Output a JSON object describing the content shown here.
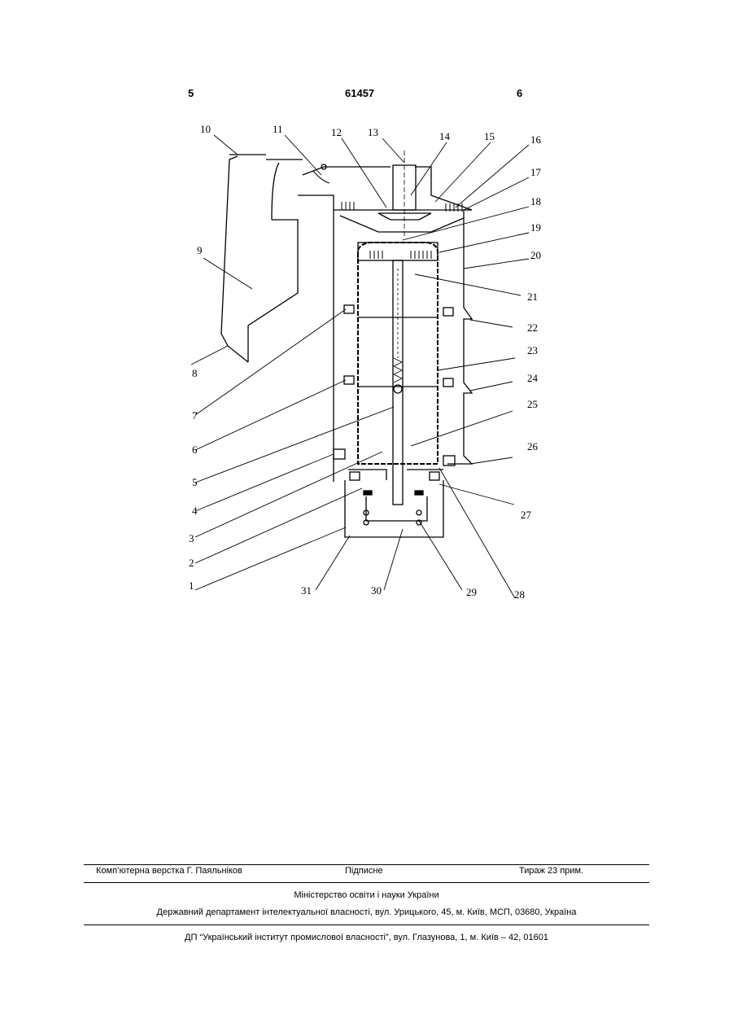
{
  "header": {
    "page_left": "5",
    "patent_number": "61457",
    "page_right": "6"
  },
  "figure": {
    "callouts": [
      "10",
      "11",
      "12",
      "13",
      "14",
      "15",
      "16",
      "17",
      "18",
      "19",
      "20",
      "9",
      "21",
      "22",
      "8",
      "23",
      "7",
      "24",
      "6",
      "25",
      "5",
      "26",
      "4",
      "27",
      "3",
      "2",
      "1",
      "31",
      "30",
      "29",
      "28"
    ]
  },
  "footer": {
    "typesetter": "Комп’ютерна верстка Г. Паяльніков",
    "signed": "Підписне",
    "print_run": "Тираж 23 прим.",
    "ministry": "Міністерство освіти і науки України",
    "department": "Державний департамент інтелектуальної власності, вул. Урицького, 45, м. Київ, МСП, 03680, Україна",
    "institute": "ДП “Український інститут промислової власності”, вул. Глазунова, 1, м. Київ – 42, 01601"
  }
}
